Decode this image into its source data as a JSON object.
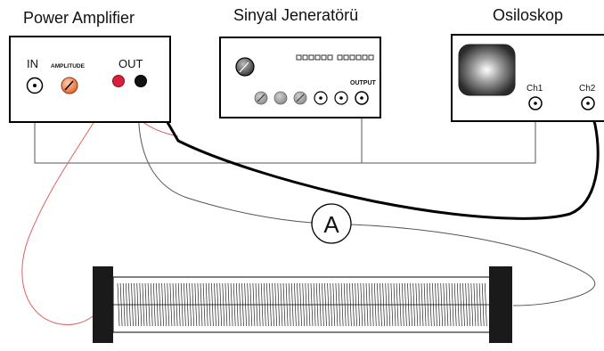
{
  "instruments": {
    "amplifier": {
      "title": "Power Amplifier",
      "in_label": "IN",
      "amplitude_label": "AMPLITUDE",
      "out_label": "OUT"
    },
    "generator": {
      "title": "Sinyal Jeneratörü",
      "output_label": "OUTPUT"
    },
    "oscilloscope": {
      "title": "Osiloskop",
      "ch1_label": "Ch1",
      "ch2_label": "Ch2"
    }
  },
  "ammeter": {
    "label": "A"
  },
  "colors": {
    "ink": "#111111",
    "red_wire": "#e06060",
    "red_terminal": "#d8203a",
    "knob_orange": "#e0602a",
    "grey_knob": "#9a9a9a",
    "thin_wire": "#555555"
  }
}
